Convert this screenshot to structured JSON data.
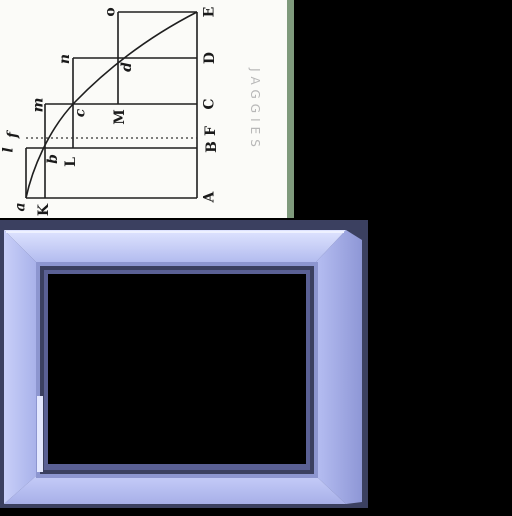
{
  "watermark": "JAGGIES",
  "diagram": {
    "labels": {
      "o": "o",
      "E": "E",
      "n": "n",
      "d": "d",
      "D": "D",
      "m": "m",
      "c": "c",
      "M": "M",
      "C": "C",
      "l": "l",
      "f": "f",
      "b": "b",
      "L": "L",
      "B": "B",
      "F": "F",
      "a": "a",
      "K": "K",
      "A": "A"
    }
  },
  "colors": {
    "background": "#000000",
    "paper": "#fbfbf8",
    "texture_edge": "#7f9a7c",
    "frame_light": "#c4ccf6",
    "frame_dark": "#2a2f4a"
  },
  "icons": {
    "frame": "picture-frame-icon"
  }
}
